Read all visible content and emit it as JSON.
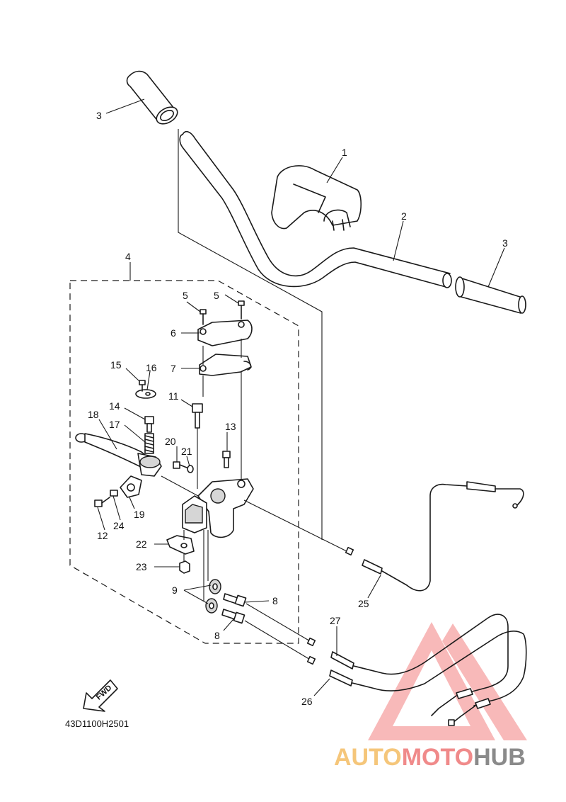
{
  "diagram_code": "43D1100H2501",
  "fwd_label": "FWD",
  "watermark": {
    "part1": "AUTO",
    "part2": "MOTO",
    "part3": "HUB",
    "colors": {
      "auto": "#f5c67a",
      "moto": "#f08a8a",
      "hub": "#8a8a8a",
      "triangle": "#f28080"
    }
  },
  "callouts": {
    "c1": "1",
    "c2": "2",
    "c3a": "3",
    "c3b": "3",
    "c4": "4",
    "c5a": "5",
    "c5b": "5",
    "c6": "6",
    "c7": "7",
    "c8a": "8",
    "c8b": "8",
    "c9": "9",
    "c11": "11",
    "c12": "12",
    "c13": "13",
    "c14": "14",
    "c15": "15",
    "c16": "16",
    "c17": "17",
    "c18": "18",
    "c19": "19",
    "c20": "20",
    "c21": "21",
    "c22": "22",
    "c23": "23",
    "c24": "24",
    "c25": "25",
    "c26": "26",
    "c27": "27"
  }
}
